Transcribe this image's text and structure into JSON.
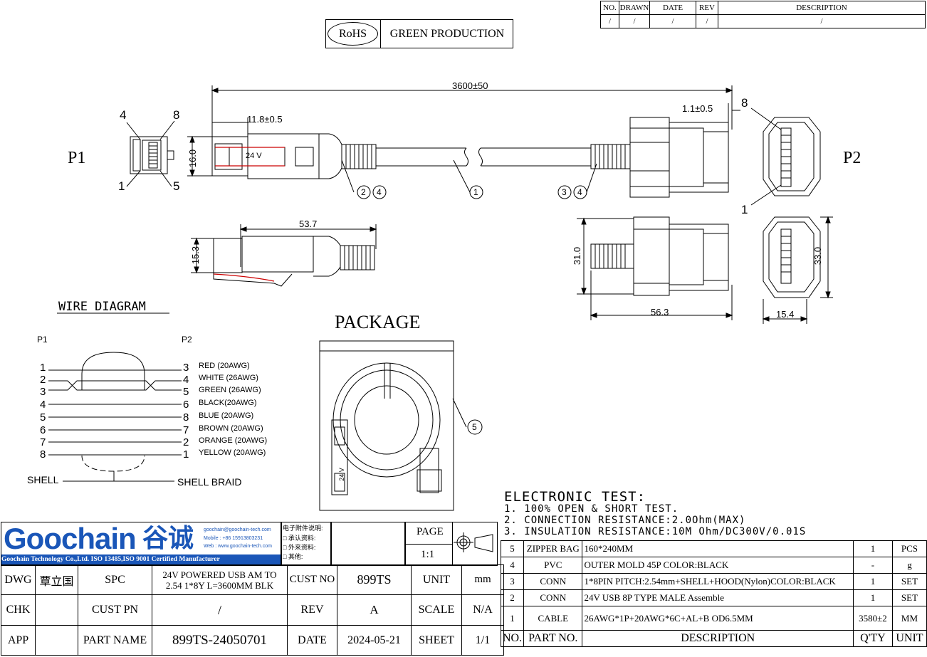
{
  "revision_table": {
    "headers": [
      "NO.",
      "DRAWN",
      "DATE",
      "REV",
      "DESCRIPTION"
    ],
    "row": [
      "/",
      "/",
      "/",
      "/",
      "/"
    ]
  },
  "compliance": {
    "rohs": "RoHS",
    "label": "GREEN  PRODUCTION"
  },
  "drawing": {
    "p1": "P1",
    "p2": "P2",
    "dim_total": "3600±50",
    "dim_118": "11.8±0.5",
    "dim_11": "1.1±0.5",
    "dim_160": "16.0",
    "dim_537": "53.7",
    "dim_153": "15.3",
    "dim_310": "31.0",
    "dim_563": "56.3",
    "dim_330": "33.0",
    "dim_154": "15.4",
    "label_24v": "24 V",
    "pin_4": "4",
    "pin_8": "8",
    "pin_1": "1",
    "pin_5": "5",
    "p2_pin_8": "8",
    "p2_pin_1": "1",
    "balloon_2": "2",
    "balloon_4a": "4",
    "balloon_1": "1",
    "balloon_3": "3",
    "balloon_4b": "4",
    "balloon_5": "5"
  },
  "wire_diagram": {
    "title": "WIRE  DIAGRAM",
    "p1": "P1",
    "p2": "P2",
    "rows": [
      {
        "p1": "1",
        "p2": "3",
        "color": "RED  (20AWG)"
      },
      {
        "p1": "2",
        "p2": "4",
        "color": "WHITE  (26AWG)"
      },
      {
        "p1": "3",
        "p2": "5",
        "color": "GREEN  (26AWG)"
      },
      {
        "p1": "4",
        "p2": "6",
        "color": "BLACK(20AWG)"
      },
      {
        "p1": "5",
        "p2": "8",
        "color": "BLUE  (20AWG)"
      },
      {
        "p1": "6",
        "p2": "7",
        "color": "BROWN (20AWG)"
      },
      {
        "p1": "7",
        "p2": "2",
        "color": "ORANGE (20AWG)"
      },
      {
        "p1": "8",
        "p2": "1",
        "color": "YELLOW (20AWG)"
      }
    ],
    "shell": "SHELL",
    "shell_braid": "SHELL BRAID"
  },
  "package": {
    "title": "PACKAGE",
    "label_24v": "24 V"
  },
  "electronic_test": {
    "title": "ELECTRONIC  TEST:",
    "lines": [
      "1. 100%  OPEN  &  SHORT  TEST.",
      "2. CONNECTION  RESISTANCE:2.0Ohm(MAX)",
      "3. INSULATION  RESISTANCE:10M  Ohm/DC300V/0.01S"
    ]
  },
  "company": {
    "logo": "Goochain",
    "logo_cn": "谷诚",
    "email": "goochain@goochain-tech.com",
    "mobile": "Mobile : +86 15913803231",
    "web": "Web : www.goochain-tech.com",
    "cert": "Goochain Technology Co.,Ltd. ISO 13485,ISO 9001 Certified Manufacturer",
    "notes_title": "电子附件说明:",
    "notes": [
      "□ 承认资料:",
      "□ 外来资料:",
      "□ 其他:"
    ]
  },
  "title_block": {
    "dwg": "DWG",
    "dwg_name": "覃立国",
    "spc": "SPC",
    "description": "24V POWERED USB AM TO 2.54 1*8Y L=3600MM BLK",
    "cust_no_label": "CUST NO",
    "cust_no": "899TS",
    "unit_label": "UNIT",
    "unit": "mm",
    "page_label": "PAGE",
    "page": "1:1",
    "chk": "CHK",
    "cust_pn_label": "CUST PN",
    "cust_pn": "/",
    "rev_label": "REV",
    "rev": "A",
    "scale_label": "SCALE",
    "scale": "N/A",
    "app": "APP",
    "part_name_label": "PART NAME",
    "part_name": "899TS-24050701",
    "date_label": "DATE",
    "date": "2024-05-21",
    "sheet_label": "SHEET",
    "sheet": "1/1"
  },
  "bom": {
    "rows": [
      {
        "no": "5",
        "part": "ZIPPER BAG",
        "desc": "160*240MM",
        "qty": "1",
        "unit": "PCS"
      },
      {
        "no": "4",
        "part": "PVC",
        "desc": "OUTER MOLD 45P COLOR:BLACK",
        "qty": "-",
        "unit": "g"
      },
      {
        "no": "3",
        "part": "CONN",
        "desc": "1*8PIN PITCH:2.54mm+SHELL+HOOD(Nylon)COLOR:BLACK",
        "qty": "1",
        "unit": "SET"
      },
      {
        "no": "2",
        "part": "CONN",
        "desc": "24V USB 8P TYPE MALE Assemble",
        "qty": "1",
        "unit": "SET"
      },
      {
        "no": "1",
        "part": "CABLE",
        "desc": "26AWG*1P+20AWG*6C+AL+B OD6.5MM",
        "qty": "3580±2",
        "unit": "MM"
      }
    ],
    "headers": {
      "no": "NO.",
      "part": "PART NO.",
      "desc": "DESCRIPTION",
      "qty": "Q'TY",
      "unit": "UNIT"
    }
  },
  "colors": {
    "line": "#000000",
    "red_wire": "#cc0000",
    "logo_blue": "#1a56b8"
  }
}
